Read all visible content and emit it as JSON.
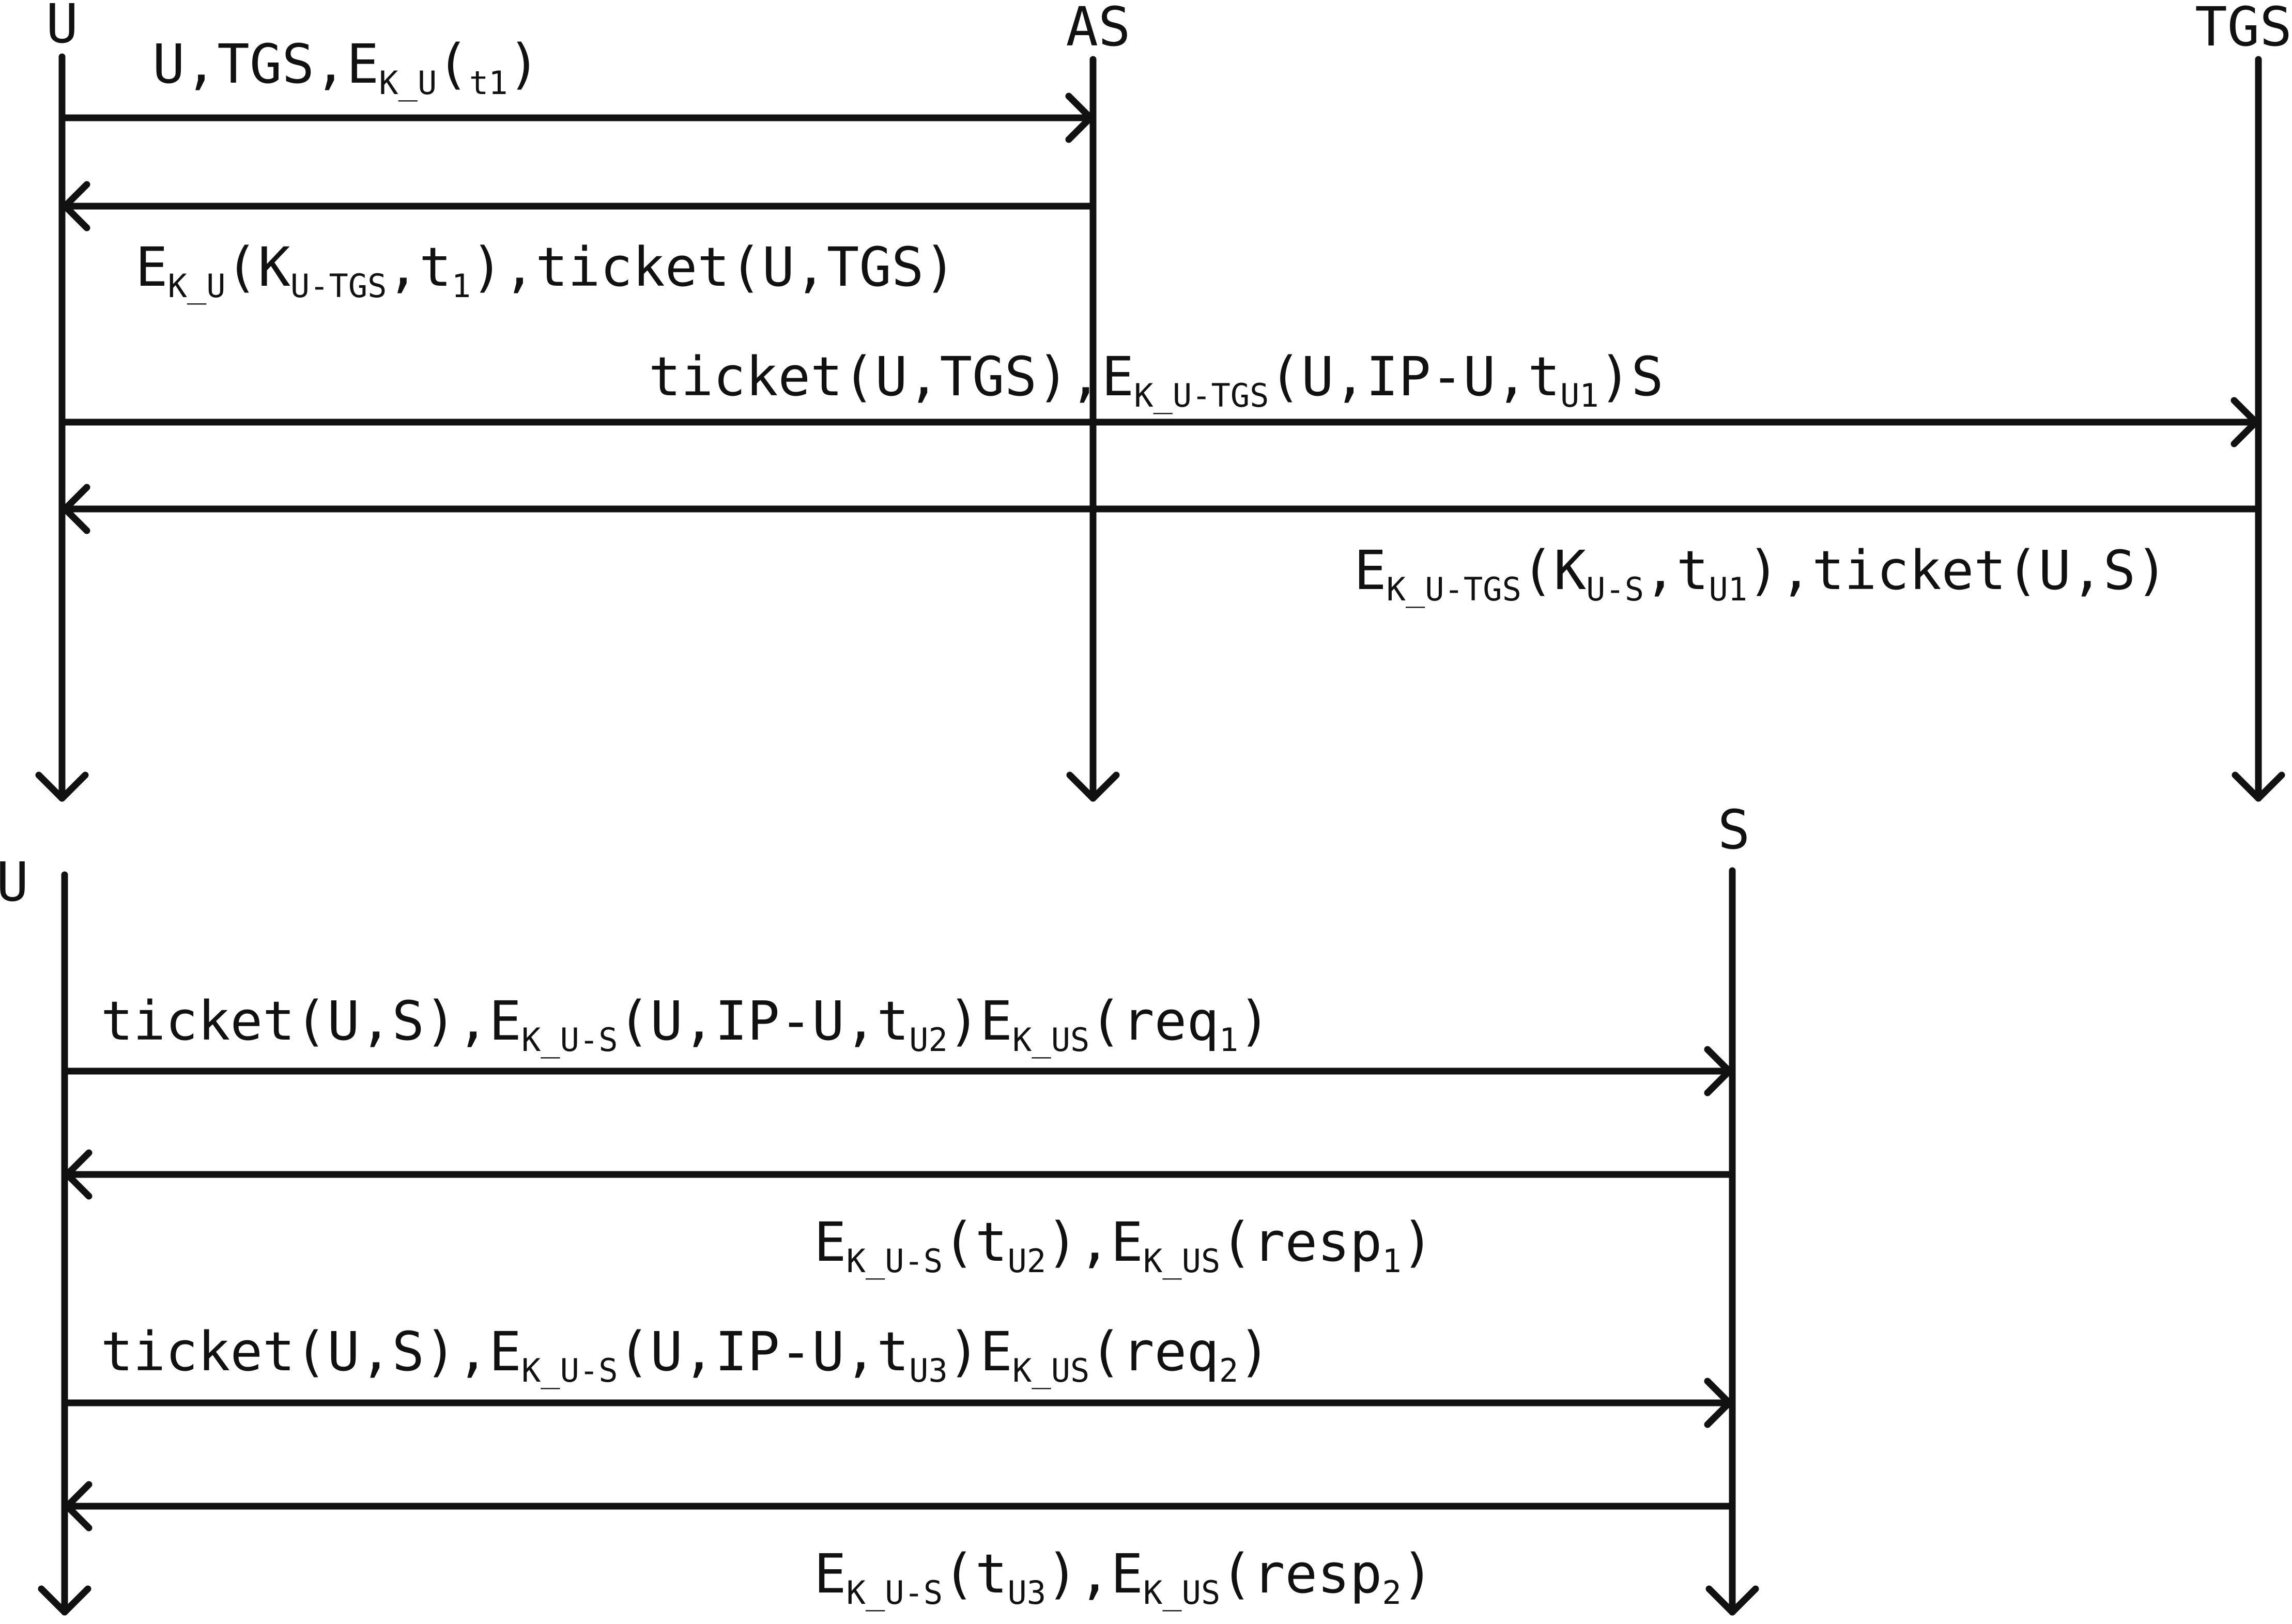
{
  "diagram": {
    "participants": {
      "u_top": "U",
      "as": "AS",
      "tgs": "TGS",
      "u_bottom": "U",
      "s": "S"
    },
    "messages": [
      {
        "from": "U",
        "to": "AS",
        "parts": [
          {
            "t": "U,TGS,E"
          },
          {
            "t": "K_U",
            "sub": true
          },
          {
            "t": "("
          },
          {
            "t": "t1",
            "sub": true
          },
          {
            "t": ")"
          }
        ]
      },
      {
        "from": "AS",
        "to": "U",
        "parts": [
          {
            "t": "E"
          },
          {
            "t": "K_U",
            "sub": true
          },
          {
            "t": "(K"
          },
          {
            "t": "U-TGS",
            "sub": true
          },
          {
            "t": ",t"
          },
          {
            "t": "1",
            "sub": true
          },
          {
            "t": "),ticket(U,TGS)"
          }
        ]
      },
      {
        "from": "U",
        "to": "TGS",
        "parts": [
          {
            "t": "ticket(U,TGS),E"
          },
          {
            "t": "K_U-TGS",
            "sub": true
          },
          {
            "t": "(U,IP-U,t"
          },
          {
            "t": "U1",
            "sub": true
          },
          {
            "t": ")S"
          }
        ]
      },
      {
        "from": "TGS",
        "to": "U",
        "parts": [
          {
            "t": "E"
          },
          {
            "t": "K_U-TGS",
            "sub": true
          },
          {
            "t": "(K"
          },
          {
            "t": "U-S",
            "sub": true
          },
          {
            "t": ",t"
          },
          {
            "t": "U1",
            "sub": true
          },
          {
            "t": "),ticket(U,S)"
          }
        ]
      },
      {
        "from": "U",
        "to": "S",
        "parts": [
          {
            "t": "ticket(U,S),E"
          },
          {
            "t": "K_U-S",
            "sub": true
          },
          {
            "t": "(U,IP-U,t"
          },
          {
            "t": "U2",
            "sub": true
          },
          {
            "t": ")E"
          },
          {
            "t": "K_US",
            "sub": true
          },
          {
            "t": "(req"
          },
          {
            "t": "1",
            "sub": true
          },
          {
            "t": ")"
          }
        ]
      },
      {
        "from": "S",
        "to": "U",
        "parts": [
          {
            "t": "E"
          },
          {
            "t": "K_U-S",
            "sub": true
          },
          {
            "t": "(t"
          },
          {
            "t": "U2",
            "sub": true
          },
          {
            "t": "),E"
          },
          {
            "t": "K_US",
            "sub": true
          },
          {
            "t": "(resp"
          },
          {
            "t": "1",
            "sub": true
          },
          {
            "t": ")"
          }
        ]
      },
      {
        "from": "U",
        "to": "S",
        "parts": [
          {
            "t": "ticket(U,S),E"
          },
          {
            "t": "K_U-S",
            "sub": true
          },
          {
            "t": "(U,IP-U,t"
          },
          {
            "t": "U3",
            "sub": true
          },
          {
            "t": ")E"
          },
          {
            "t": "K_US",
            "sub": true
          },
          {
            "t": "(req"
          },
          {
            "t": "2",
            "sub": true
          },
          {
            "t": ")"
          }
        ]
      },
      {
        "from": "S",
        "to": "U",
        "parts": [
          {
            "t": "E"
          },
          {
            "t": "K_U-S",
            "sub": true
          },
          {
            "t": "(t"
          },
          {
            "t": "U3",
            "sub": true
          },
          {
            "t": "),E"
          },
          {
            "t": "K_US",
            "sub": true
          },
          {
            "t": "(resp"
          },
          {
            "t": "2",
            "sub": true
          },
          {
            "t": ")"
          }
        ]
      }
    ],
    "colors": {
      "line": "#111111",
      "text": "#111111",
      "background": "#ffffff"
    }
  }
}
